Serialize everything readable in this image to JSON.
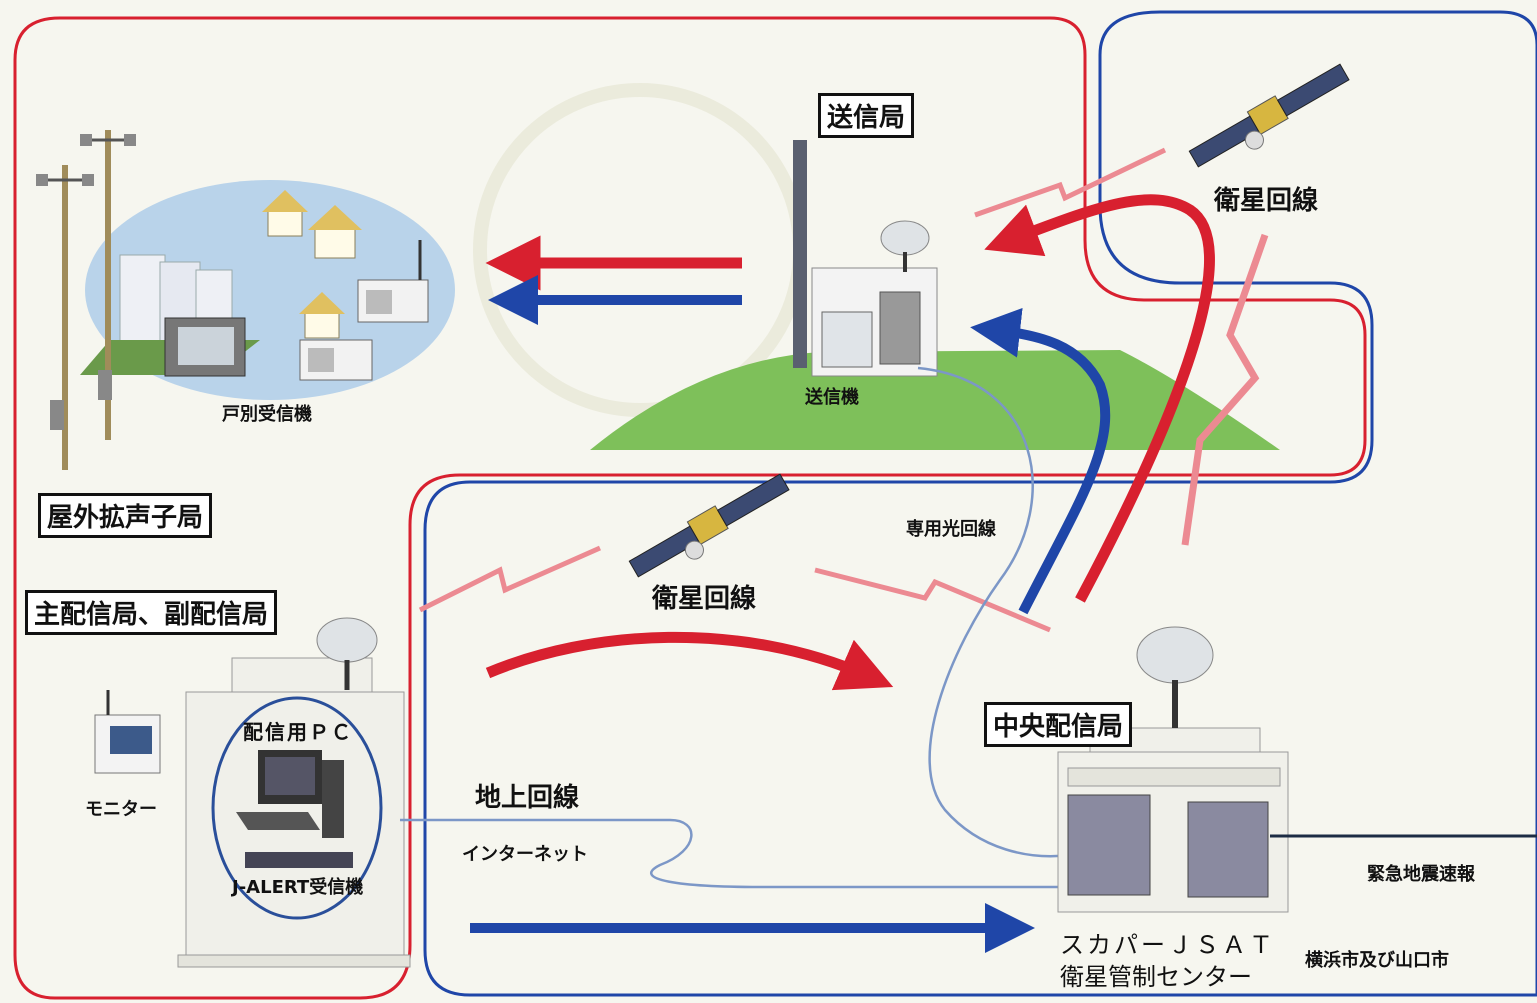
{
  "labels": {
    "transmitting_station": "送信局",
    "satellite_line_top": "衛星回線",
    "household_receivers": "戸別受信機",
    "outdoor_speaker_station": "屋外拡声子局",
    "transmitter": "送信機",
    "dedicated_fiber_line": "専用光回線",
    "main_sub_distribution": "主配信局、副配信局",
    "satellite_line_middle": "衛星回線",
    "distribution_pc": "配信用ＰＣ",
    "monitor": "モニター",
    "terrestrial_line": "地上回線",
    "internet": "インターネット",
    "j_alert_receiver": "J-ALERT受信機",
    "central_distribution": "中央配信局",
    "earthquake_warning": "緊急地震速報",
    "sky_jsat": "スカパーＪＳＡＴ",
    "satellite_control_center": "衛星管制センター",
    "cities": "横浜市及び山口市"
  },
  "colors": {
    "red_route": "#d8202f",
    "blue_route": "#1f46a8",
    "ground_green": "#7ec05a",
    "lightning_pink": "#ec8a92",
    "sky_blue": "#b9d3ea"
  }
}
